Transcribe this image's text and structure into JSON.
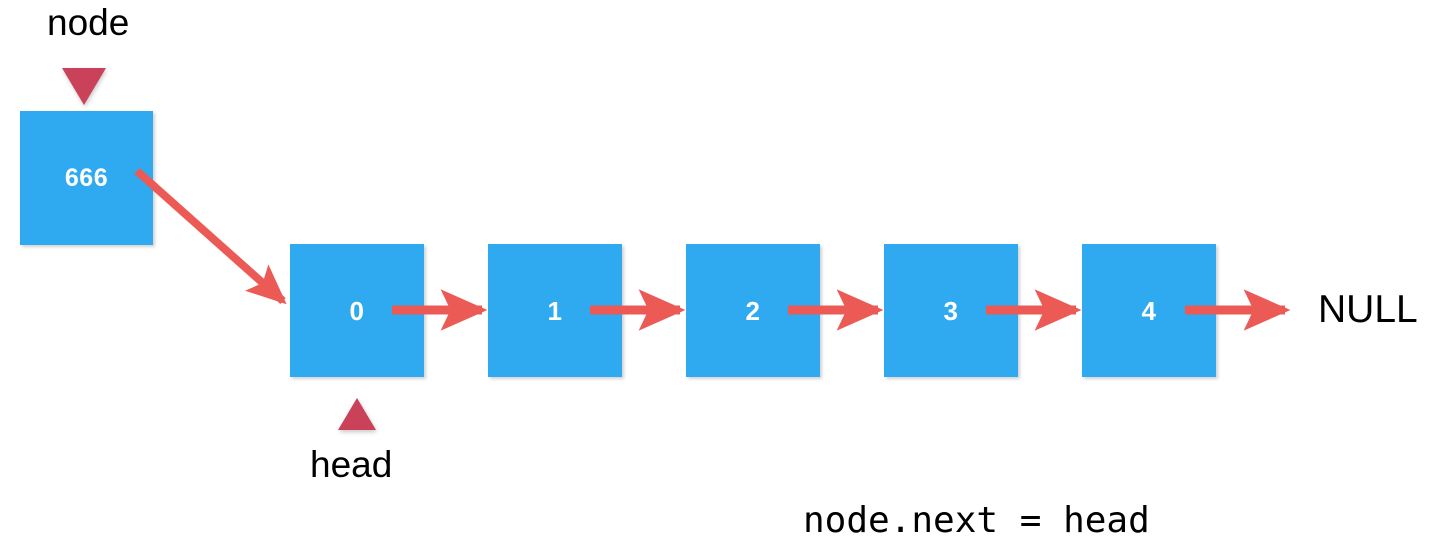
{
  "diagram": {
    "title_caption": "node.next = head",
    "colors": {
      "node_fill": "#2FAAF0",
      "node_text": "#FFFFFF",
      "arrow": "#EC5A55",
      "pointer_triangle": "#C9425A",
      "label_text": "#000000",
      "background": "#FFFFFF"
    },
    "pointers": [
      {
        "name": "node-pointer",
        "label": "node",
        "direction": "down",
        "target": "detached-node"
      },
      {
        "name": "head-pointer",
        "label": "head",
        "direction": "up",
        "target": "list-node-0"
      }
    ],
    "detached_node": {
      "value": "666"
    },
    "list_nodes": [
      {
        "value": "0"
      },
      {
        "value": "1"
      },
      {
        "value": "2"
      },
      {
        "value": "3"
      },
      {
        "value": "4"
      }
    ],
    "terminator": {
      "label": "NULL"
    }
  }
}
